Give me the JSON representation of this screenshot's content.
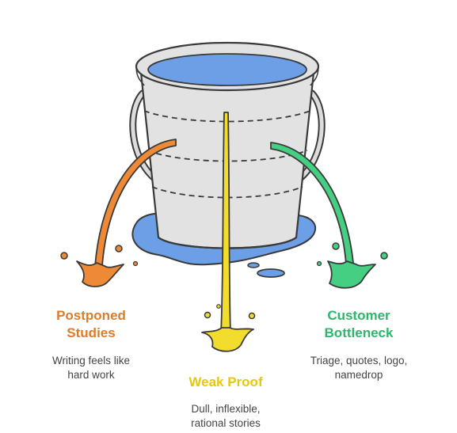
{
  "colors": {
    "orange": "#ee8a35",
    "yellow": "#f2dc2c",
    "green": "#44cf83",
    "water": "#6c9fe6",
    "bucket": "#e2e2e2",
    "outline": "#3a3a3a"
  },
  "items": [
    {
      "title_lines": [
        "Postponed",
        "Studies"
      ],
      "desc_lines": [
        "Writing feels like",
        "hard work"
      ],
      "color": "#dc7b28"
    },
    {
      "title_lines": [
        "Weak Proof"
      ],
      "desc_lines": [
        "Dull, inflexible,",
        "rational stories"
      ],
      "color": "#e6c80c"
    },
    {
      "title_lines": [
        "Customer",
        "Bottleneck"
      ],
      "desc_lines": [
        "Triage, quotes, logo,",
        "namedrop"
      ],
      "color": "#2fb56d"
    }
  ],
  "icons": {
    "bucket": "leaky-bucket-icon",
    "puddle": "water-puddle-icon"
  }
}
